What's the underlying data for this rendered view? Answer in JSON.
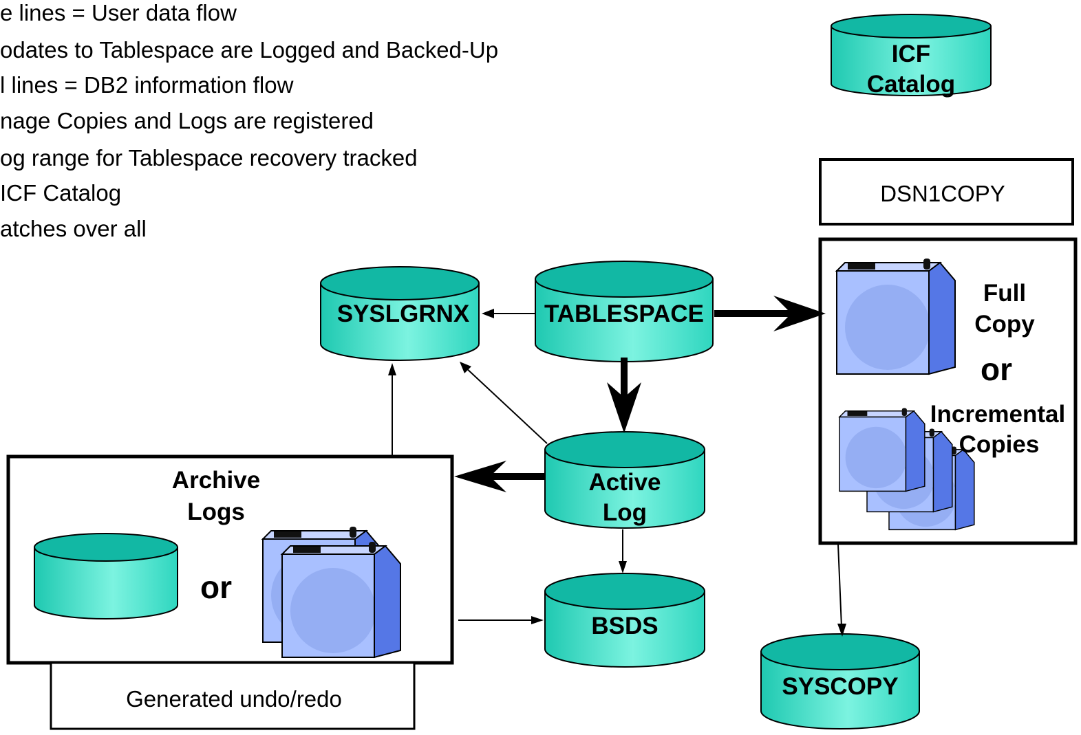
{
  "notes": [
    "e lines = User data flow",
    "odates to Tablespace are Logged and Backed-Up",
    "l lines = DB2 information flow",
    "nage Copies and Logs are registered",
    "og range for Tablespace recovery tracked",
    " ICF Catalog",
    "atches over all"
  ],
  "datasets": {
    "icf_catalog": [
      "ICF",
      "Catalog"
    ],
    "syslgrnx": "SYSLGRNX",
    "tablespace": "TABLESPACE",
    "active_log": [
      "Active",
      "Log"
    ],
    "bsds": "BSDS",
    "syscopy": "SYSCOPY"
  },
  "boxes": {
    "dsn1copy": "DSN1COPY",
    "generated": "Generated undo/redo"
  },
  "archive": {
    "title": [
      "Archive",
      "Logs"
    ],
    "or": "or"
  },
  "copies": {
    "full": [
      "Full",
      "Copy"
    ],
    "or": "or",
    "incremental": [
      "Incremental",
      "Copies"
    ]
  },
  "colors": {
    "cylinder_body": "#3ee0c8",
    "cylinder_top": "#12b8a4",
    "tape_front": "#a9c0ff",
    "tape_side": "#5577e6"
  }
}
